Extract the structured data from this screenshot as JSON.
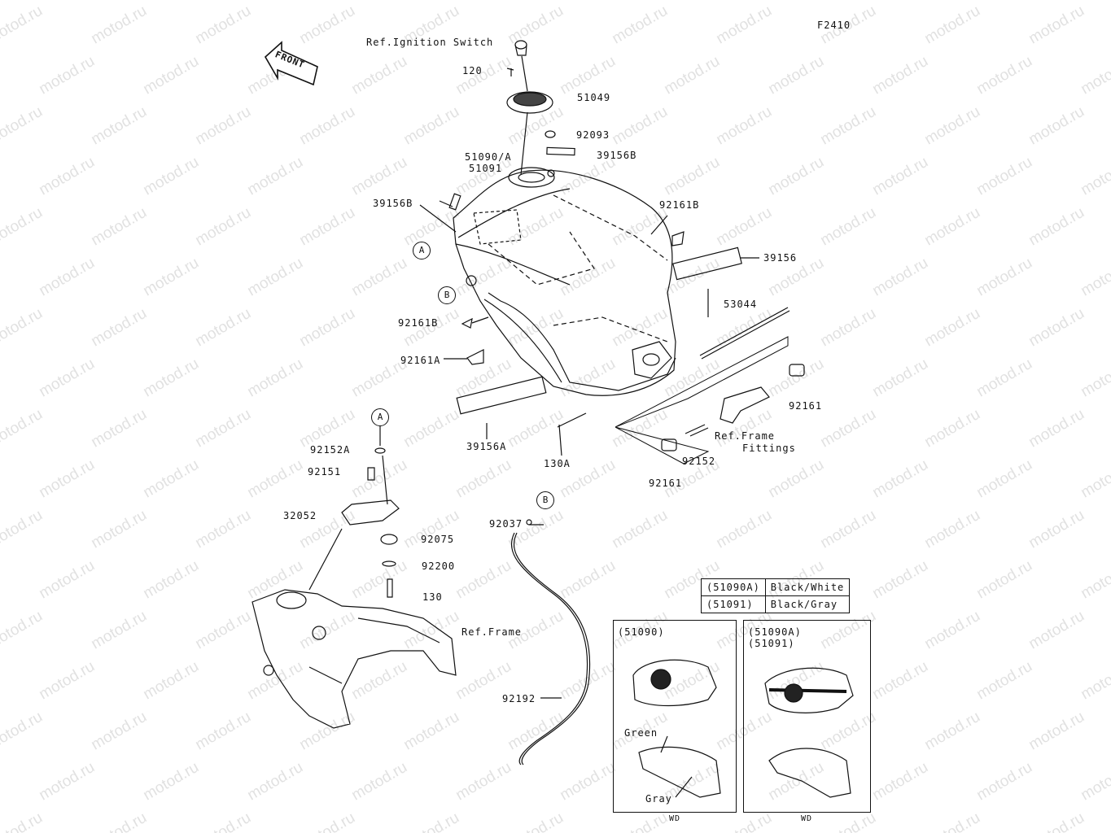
{
  "figure_code": "F2410",
  "front_label": "FRONT",
  "watermark": "motod.ru",
  "callouts": {
    "ref_ignition": "Ref.Ignition Switch",
    "p120": "120",
    "p51049": "51049",
    "p92093": "92093",
    "p39156B_top": "39156B",
    "p51090A": "51090/A",
    "p51091": "51091",
    "p39156B_left": "39156B",
    "p92161B_right": "92161B",
    "p39156": "39156",
    "p53044": "53044",
    "p92161B_left": "92161B",
    "p92161A": "92161A",
    "p39156A": "39156A",
    "p130A": "130A",
    "ref_frame_fittings_1": "Ref.Frame",
    "ref_frame_fittings_2": "Fittings",
    "p92161_a": "92161",
    "p92152": "92152",
    "p92161_b": "92161",
    "p92152A": "92152A",
    "p92151": "92151",
    "p32052": "32052",
    "p92075": "92075",
    "p92200": "92200",
    "p130": "130",
    "ref_frame": "Ref.Frame",
    "p92037": "92037",
    "p92192": "92192"
  },
  "markers": {
    "a": "A",
    "b": "B"
  },
  "color_table": [
    {
      "part": "(51090A)",
      "color": "Black/White"
    },
    {
      "part": "(51091)",
      "color": "Black/Gray"
    }
  ],
  "inset_left": {
    "title": "(51090)",
    "green": "Green",
    "gray": "Gray",
    "wd": "WD"
  },
  "inset_right": {
    "title1": "(51090A)",
    "title2": "(51091)",
    "wd": "WD"
  }
}
